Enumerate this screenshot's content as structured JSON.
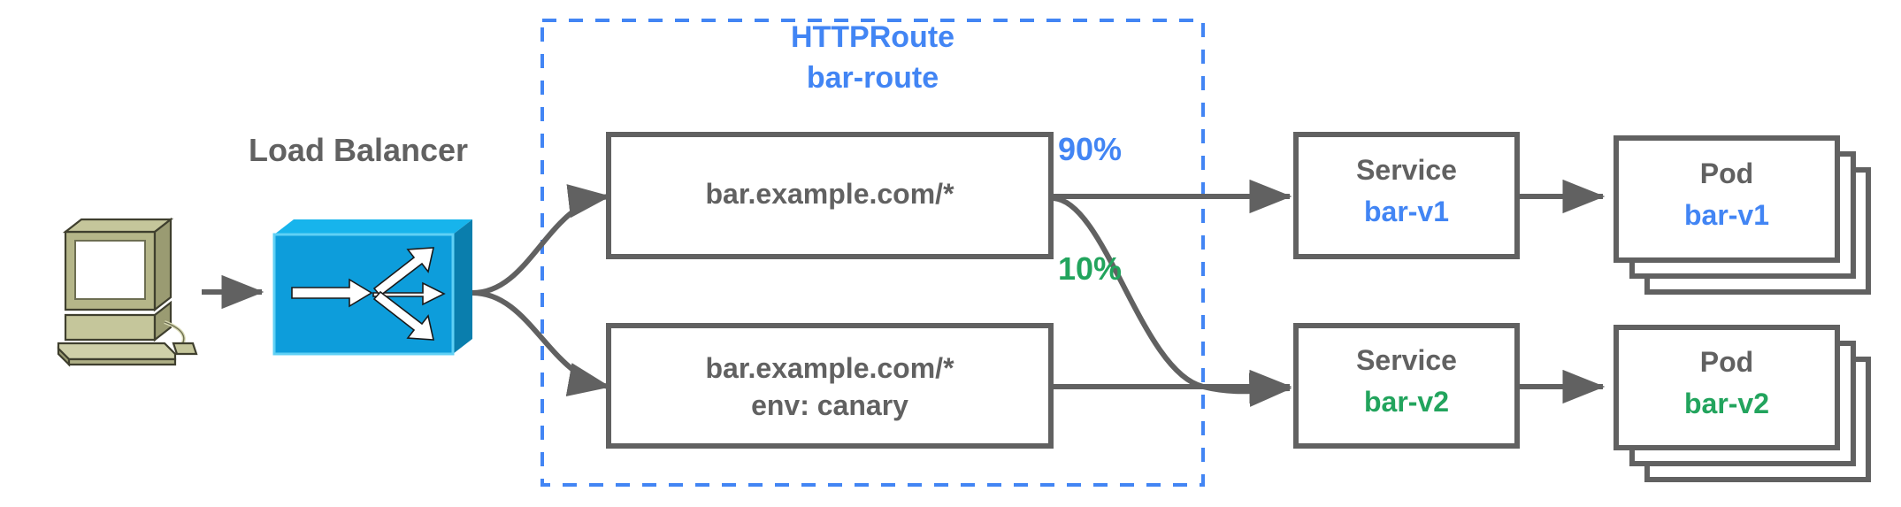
{
  "diagram": {
    "title": "Gateway API HTTPRoute canary traffic split",
    "colors": {
      "blue": "#4285f4",
      "green": "#22a45d",
      "gray": "#616161",
      "switch_blue": "#0d9ddb",
      "computer_khaki": "#b5b689"
    },
    "load_balancer": {
      "label": "Load Balancer",
      "client_icon": "workstation-computer-icon",
      "lb_icon": "network-switch-icon"
    },
    "route_group": {
      "kind": "HTTPRoute",
      "name": "bar-route",
      "border_style": "dashed",
      "rules": [
        {
          "id": "rule-primary",
          "lines": [
            "bar.example.com/*"
          ]
        },
        {
          "id": "rule-canary",
          "lines": [
            "bar.example.com/*",
            "env: canary"
          ]
        }
      ]
    },
    "weights": [
      {
        "label": "90%",
        "color": "#4285f4",
        "target": "bar-v1"
      },
      {
        "label": "10%",
        "color": "#22a45d",
        "target": "bar-v2"
      }
    ],
    "backends": [
      {
        "service": {
          "kind": "Service",
          "name": "bar-v1",
          "color": "#4285f4"
        },
        "pod": {
          "kind": "Pod",
          "name": "bar-v1",
          "color": "#4285f4",
          "replicas": 3
        }
      },
      {
        "service": {
          "kind": "Service",
          "name": "bar-v2",
          "color": "#22a45d"
        },
        "pod": {
          "kind": "Pod",
          "name": "bar-v2",
          "color": "#22a45d",
          "replicas": 3
        }
      }
    ]
  }
}
